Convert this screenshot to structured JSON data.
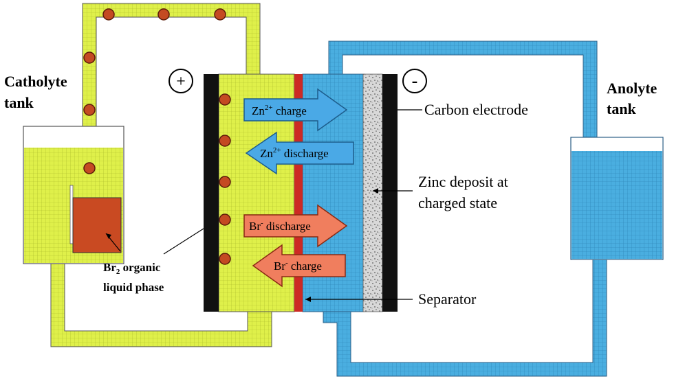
{
  "colors": {
    "catholyte": "#dff04a",
    "anolyte": "#4aaee0",
    "bromine_phase": "#c94a22",
    "membrane": "#cc2a24",
    "electrode": "#111111",
    "zn_arrow": "#4aa9e6",
    "br_arrow": "#f07e5e",
    "droplet": "#c44a22"
  },
  "labels": {
    "catholyte_tank_line1": "Catholyte",
    "catholyte_tank_line2": "tank",
    "anolyte_tank_line1": "Anolyte",
    "anolyte_tank_line2": "tank",
    "positive": "+",
    "negative": "-",
    "carbon_electrode": "Carbon electrode",
    "zinc_deposit_line1": "Zinc deposit at",
    "zinc_deposit_line2": "charged state",
    "separator": "Separator",
    "br2_line1": "Br",
    "br2_sub": "2",
    "br2_line1_rest": " organic",
    "br2_line2": "liquid phase"
  },
  "arrows": {
    "zn_charge": {
      "ion": "Zn",
      "sup": "2+",
      "text": " charge"
    },
    "zn_discharge": {
      "ion": "Zn",
      "sup": "2+",
      "text": " discharge"
    },
    "br_discharge": {
      "ion": "Br",
      "sup": "-",
      "text": " discharge"
    },
    "br_charge": {
      "ion": "Br",
      "sup": "-",
      "text": " charge"
    }
  }
}
